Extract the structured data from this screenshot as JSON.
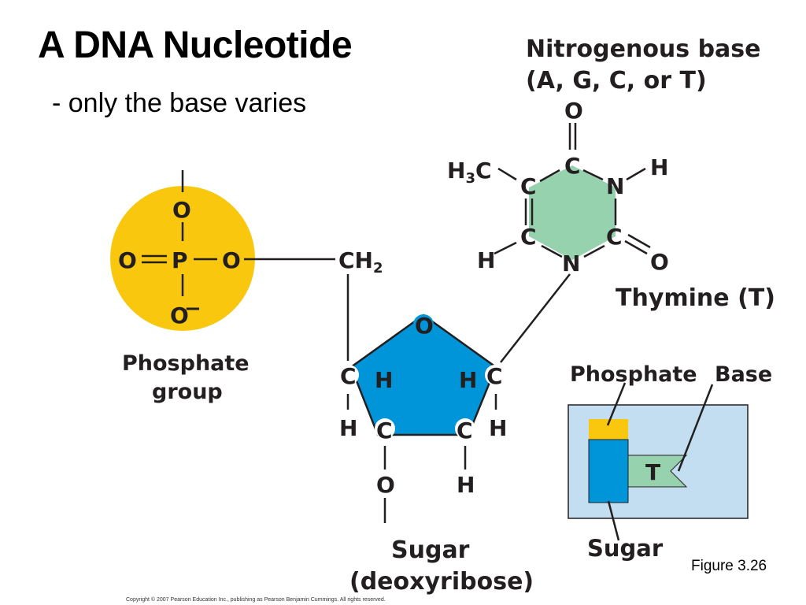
{
  "slide": {
    "title": "A DNA Nucleotide",
    "subtitle": "- only the base varies",
    "figure_ref": "Figure 3.26",
    "copyright": "Copyright © 2007 Pearson Education Inc., publishing as Pearson Benjamin Cummings. All rights reserved."
  },
  "labels": {
    "nitrogenous_base_line1": "Nitrogenous base",
    "nitrogenous_base_line2": "(A, G, C, or T)",
    "thymine": "Thymine (T)",
    "phosphate_group_line1": "Phosphate",
    "phosphate_group_line2": "group",
    "sugar_line1": "Sugar",
    "sugar_line2": "(deoxyribose)",
    "inset_phosphate": "Phosphate",
    "inset_base": "Base",
    "inset_sugar": "Sugar",
    "inset_base_letter": "T"
  },
  "atoms": {
    "O": "O",
    "P": "P",
    "C": "C",
    "N": "N",
    "H": "H",
    "CH": "CH",
    "two": "2",
    "three": "3",
    "minus": "−"
  },
  "colors": {
    "phosphate": "#f9c80e",
    "sugar": "#0094d9",
    "base": "#96d2ae",
    "inset_bg": "#c3def1",
    "text": "#231f20"
  }
}
